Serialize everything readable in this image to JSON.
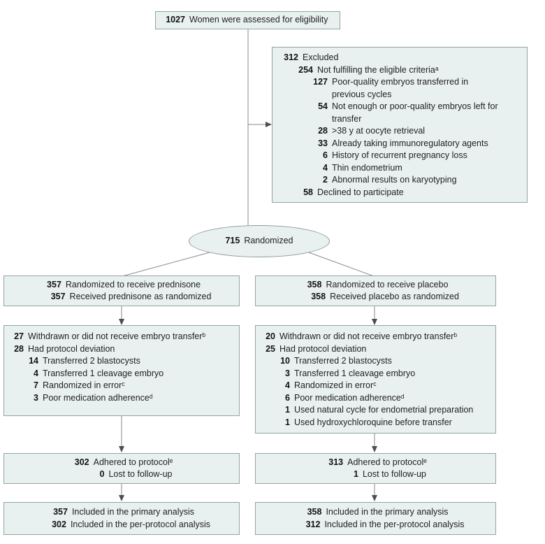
{
  "colors": {
    "box_fill": "#e9f1f0",
    "box_border": "#94a4a2",
    "connector_line": "#8a8a8a",
    "arrowhead": "#4d4d4d",
    "text": "#212121"
  },
  "top_box": {
    "num": "1027",
    "label": "Women were assessed for eligibility"
  },
  "excluded_box": {
    "lines": [
      {
        "level": 0,
        "num": "312",
        "text": "Excluded"
      },
      {
        "level": 1,
        "num": "254",
        "text": "Not fulfilling the eligible criteriaᵃ"
      },
      {
        "level": 2,
        "num": "127",
        "text": "Poor-quality embryos transferred in previous cycles"
      },
      {
        "level": 2,
        "num": "54",
        "text": "Not enough or poor-quality embryos left for transfer"
      },
      {
        "level": 2,
        "num": "28",
        "text": ">38 y at oocyte retrieval"
      },
      {
        "level": 2,
        "num": "33",
        "text": "Already taking immunoregulatory agents"
      },
      {
        "level": 2,
        "num": "6",
        "text": "History of recurrent pregnancy loss"
      },
      {
        "level": 2,
        "num": "4",
        "text": "Thin endometrium"
      },
      {
        "level": 2,
        "num": "2",
        "text": "Abnormal results on karyotyping"
      },
      {
        "level": 1,
        "num": "58",
        "text": "Declined to participate"
      }
    ]
  },
  "randomized_ellipse": {
    "num": "715",
    "label": "Randomized"
  },
  "columns": {
    "left": {
      "group_box": {
        "lines": [
          {
            "level": 0,
            "num": "357",
            "text": "Randomized to receive prednisone"
          },
          {
            "level": 1,
            "num": "357",
            "text": "Received prednisone as randomized"
          }
        ]
      },
      "deviation_box": {
        "lines": [
          {
            "level": 0,
            "num": "27",
            "text": "Withdrawn or did not receive embryo transferᵇ"
          },
          {
            "level": 0,
            "num": "28",
            "text": "Had protocol deviation"
          },
          {
            "level": 1,
            "num": "14",
            "text": "Transferred 2 blastocysts"
          },
          {
            "level": 1,
            "num": "4",
            "text": "Transferred 1 cleavage embryo"
          },
          {
            "level": 1,
            "num": "7",
            "text": "Randomized in errorᶜ"
          },
          {
            "level": 1,
            "num": "3",
            "text": "Poor medication adherenceᵈ"
          }
        ]
      },
      "adherence_box": {
        "lines": [
          {
            "level": 0,
            "num": "302",
            "text": "Adhered to protocolᵉ"
          },
          {
            "level": 1,
            "num": "0",
            "text": "Lost to follow-up"
          }
        ]
      },
      "analysis_box": {
        "lines": [
          {
            "level": 0,
            "num": "357",
            "text": "Included in the primary analysis"
          },
          {
            "level": 1,
            "num": "302",
            "text": "Included in the per-protocol analysis"
          }
        ]
      }
    },
    "right": {
      "group_box": {
        "lines": [
          {
            "level": 0,
            "num": "358",
            "text": "Randomized to receive placebo"
          },
          {
            "level": 1,
            "num": "358",
            "text": "Received placebo as randomized"
          }
        ]
      },
      "deviation_box": {
        "lines": [
          {
            "level": 0,
            "num": "20",
            "text": "Withdrawn or did not receive embryo transferᵇ"
          },
          {
            "level": 0,
            "num": "25",
            "text": "Had protocol deviation"
          },
          {
            "level": 1,
            "num": "10",
            "text": "Transferred 2 blastocysts"
          },
          {
            "level": 1,
            "num": "3",
            "text": "Transferred 1 cleavage embryo"
          },
          {
            "level": 1,
            "num": "4",
            "text": "Randomized in errorᶜ"
          },
          {
            "level": 1,
            "num": "6",
            "text": "Poor medication adherenceᵈ"
          },
          {
            "level": 1,
            "num": "1",
            "text": "Used natural cycle for endometrial preparation"
          },
          {
            "level": 1,
            "num": "1",
            "text": "Used hydroxychloroquine before transfer"
          }
        ]
      },
      "adherence_box": {
        "lines": [
          {
            "level": 0,
            "num": "313",
            "text": "Adhered to protocolᵉ"
          },
          {
            "level": 1,
            "num": "1",
            "text": "Lost to follow-up"
          }
        ]
      },
      "analysis_box": {
        "lines": [
          {
            "level": 0,
            "num": "358",
            "text": "Included in the primary analysis"
          },
          {
            "level": 1,
            "num": "312",
            "text": "Included in the per-protocol analysis"
          }
        ]
      }
    }
  }
}
